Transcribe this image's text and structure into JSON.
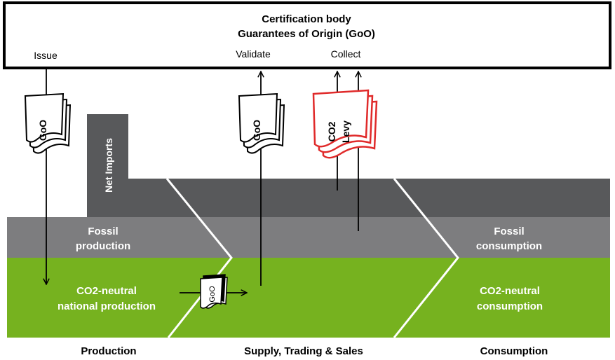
{
  "certification_body": {
    "title": "Certification body",
    "subtitle": "Guarantees of Origin (GoO)"
  },
  "actions": {
    "issue": "Issue",
    "validate": "Validate",
    "collect": "Collect"
  },
  "documents": {
    "goo_label": "GoO",
    "co2_label": "CO2",
    "levy_label": "Levy"
  },
  "bands": {
    "net_imports": "Net Imports",
    "fossil_production_line1": "Fossil",
    "fossil_production_line2": "production",
    "fossil_consumption_line1": "Fossil",
    "fossil_consumption_line2": "consumption",
    "co2_national_line1": "CO2-neutral",
    "co2_national_line2": "national production",
    "co2_consumption_line1": "CO2-neutral",
    "co2_consumption_line2": "consumption"
  },
  "stages": {
    "production": "Production",
    "supply": "Supply, Trading & Sales",
    "consumption": "Consumption"
  },
  "colors": {
    "green": "#76b21f",
    "fossil_gray": "#7d7d7f",
    "imports_dark": "#58595b",
    "levy_red": "#e02a2a",
    "white": "#ffffff",
    "black": "#000000"
  }
}
